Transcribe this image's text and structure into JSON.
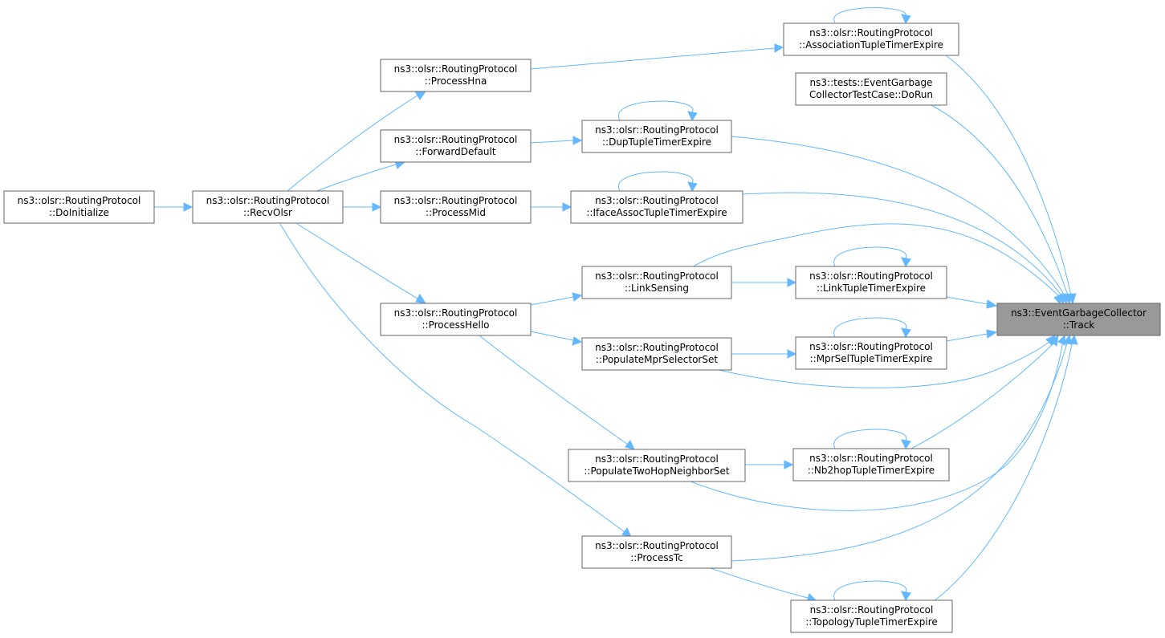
{
  "colors": {
    "edge": "#63b8ff",
    "node_border": "#666666",
    "node_fill": "#ffffff",
    "target_fill": "#999999"
  },
  "nodes": {
    "do_initialize": {
      "line1": "ns3::olsr::RoutingProtocol",
      "line2": "::DoInitialize"
    },
    "recv_olsr": {
      "line1": "ns3::olsr::RoutingProtocol",
      "line2": "::RecvOlsr"
    },
    "process_hna": {
      "line1": "ns3::olsr::RoutingProtocol",
      "line2": "::ProcessHna"
    },
    "forward_default": {
      "line1": "ns3::olsr::RoutingProtocol",
      "line2": "::ForwardDefault"
    },
    "process_mid": {
      "line1": "ns3::olsr::RoutingProtocol",
      "line2": "::ProcessMid"
    },
    "process_hello": {
      "line1": "ns3::olsr::RoutingProtocol",
      "line2": "::ProcessHello"
    },
    "dup_tuple_timer_expire": {
      "line1": "ns3::olsr::RoutingProtocol",
      "line2": "::DupTupleTimerExpire"
    },
    "iface_assoc_tuple_timer_expire": {
      "line1": "ns3::olsr::RoutingProtocol",
      "line2": "::IfaceAssocTupleTimerExpire"
    },
    "link_sensing": {
      "line1": "ns3::olsr::RoutingProtocol",
      "line2": "::LinkSensing"
    },
    "populate_mpr_selector_set": {
      "line1": "ns3::olsr::RoutingProtocol",
      "line2": "::PopulateMprSelectorSet"
    },
    "populate_two_hop_neighbor_set": {
      "line1": "ns3::olsr::RoutingProtocol",
      "line2": "::PopulateTwoHopNeighborSet"
    },
    "process_tc": {
      "line1": "ns3::olsr::RoutingProtocol",
      "line2": "::ProcessTc"
    },
    "association_tuple_timer_expire": {
      "line1": "ns3::olsr::RoutingProtocol",
      "line2": "::AssociationTupleTimerExpire"
    },
    "event_garbage_collector_test_case_do_run": {
      "line1": "ns3::tests::EventGarbage",
      "line2": "CollectorTestCase::DoRun"
    },
    "link_tuple_timer_expire": {
      "line1": "ns3::olsr::RoutingProtocol",
      "line2": "::LinkTupleTimerExpire"
    },
    "mpr_sel_tuple_timer_expire": {
      "line1": "ns3::olsr::RoutingProtocol",
      "line2": "::MprSelTupleTimerExpire"
    },
    "nb2hop_tuple_timer_expire": {
      "line1": "ns3::olsr::RoutingProtocol",
      "line2": "::Nb2hopTupleTimerExpire"
    },
    "topology_tuple_timer_expire": {
      "line1": "ns3::olsr::RoutingProtocol",
      "line2": "::TopologyTupleTimerExpire"
    },
    "track": {
      "line1": "ns3::EventGarbageCollector",
      "line2": "::Track"
    }
  }
}
